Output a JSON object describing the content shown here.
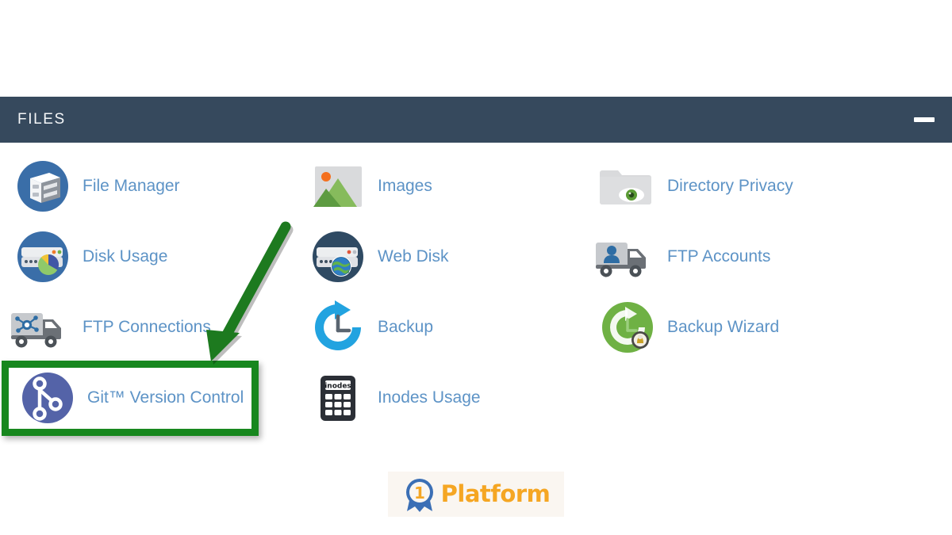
{
  "section": {
    "title": "FILES",
    "minimize_icon": "minimize-icon",
    "header_color": "#36495d"
  },
  "theme": {
    "link_color": "#5d93c6",
    "highlight_border_color": "#17871e",
    "arrow_color": "#1d7a1f",
    "page_background": "#ffffff"
  },
  "items": [
    {
      "label": "File Manager",
      "icon": "file-cabinet-icon",
      "row": 1,
      "col": 1,
      "highlighted": false
    },
    {
      "label": "Images",
      "icon": "picture-mountains-icon",
      "row": 1,
      "col": 2,
      "highlighted": false
    },
    {
      "label": "Directory Privacy",
      "icon": "folder-eye-icon",
      "row": 1,
      "col": 3,
      "highlighted": false
    },
    {
      "label": "Disk Usage",
      "icon": "server-piechart-icon",
      "row": 2,
      "col": 1,
      "highlighted": false
    },
    {
      "label": "Web Disk",
      "icon": "server-globe-icon",
      "row": 2,
      "col": 2,
      "highlighted": false
    },
    {
      "label": "FTP Accounts",
      "icon": "truck-user-icon",
      "row": 2,
      "col": 3,
      "highlighted": false
    },
    {
      "label": "FTP Connections",
      "icon": "truck-network-icon",
      "row": 3,
      "col": 1,
      "highlighted": false
    },
    {
      "label": "Backup",
      "icon": "restore-clock-icon",
      "row": 3,
      "col": 2,
      "highlighted": false
    },
    {
      "label": "Backup Wizard",
      "icon": "restore-clock-wizard-icon",
      "row": 3,
      "col": 3,
      "highlighted": false
    },
    {
      "label": "Git™ Version Control",
      "icon": "git-branch-icon",
      "row": 4,
      "col": 1,
      "highlighted": true
    },
    {
      "label": "Inodes Usage",
      "icon": "calculator-inodes-icon",
      "row": 4,
      "col": 2,
      "highlighted": false
    }
  ],
  "icon_text": {
    "inodes_display": "inodes"
  },
  "annotation": {
    "arrow": "green-down-left-arrow",
    "target_label": "Git™ Version Control"
  },
  "footer": {
    "logo_badge_number": "1",
    "logo_text": "Platform",
    "logo_text_color": "#f5a623",
    "logo_badge_color": "#3b6fb5"
  }
}
